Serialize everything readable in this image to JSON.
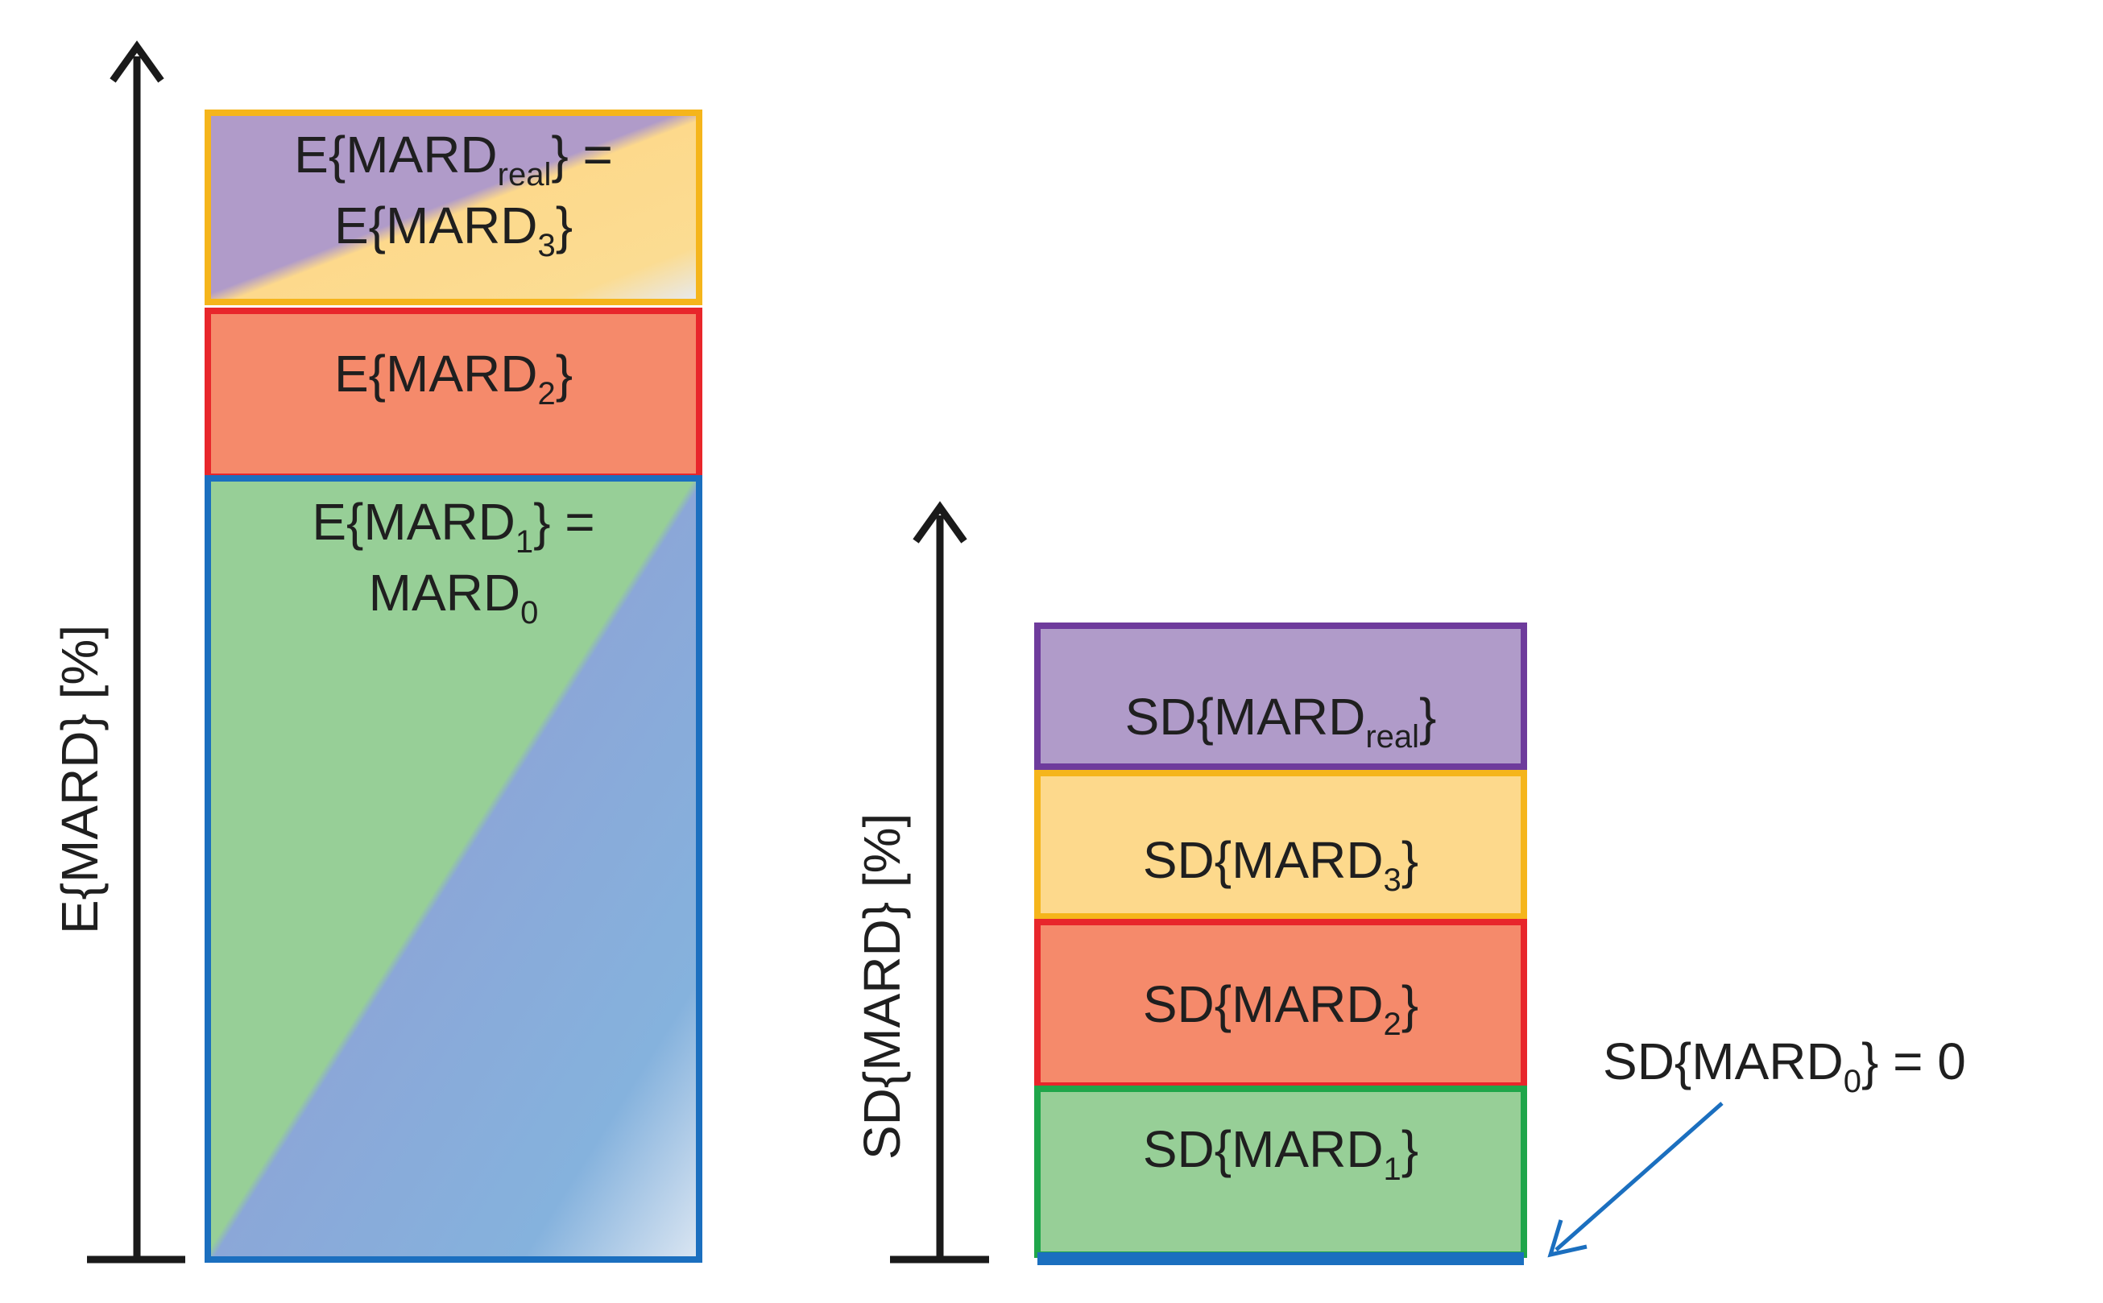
{
  "left_panel": {
    "axis_title": "E{MARD} [%]",
    "blocks": [
      {
        "id": "e-real",
        "line1": {
          "pre": "E{MARD",
          "sub": "real",
          "post": "} ="
        },
        "line2": {
          "pre": "E{MARD",
          "sub": "3",
          "post": "}"
        }
      },
      {
        "id": "e-2",
        "line1": {
          "pre": "E{MARD",
          "sub": "2",
          "post": "}"
        }
      },
      {
        "id": "e-1",
        "line1": {
          "pre": "E{MARD",
          "sub": "1",
          "post": "} ="
        },
        "line2": {
          "pre": "MARD",
          "sub": "0",
          "post": ""
        }
      }
    ]
  },
  "right_panel": {
    "axis_title": "SD{MARD} [%]",
    "blocks": [
      {
        "id": "sd-real",
        "pre": "SD{MARD",
        "sub": "real",
        "post": "}"
      },
      {
        "id": "sd-3",
        "pre": "SD{MARD",
        "sub": "3",
        "post": "}"
      },
      {
        "id": "sd-2",
        "pre": "SD{MARD",
        "sub": "2",
        "post": "}"
      },
      {
        "id": "sd-1",
        "pre": "SD{MARD",
        "sub": "1",
        "post": "}"
      }
    ],
    "annotation": {
      "pre": "SD{MARD",
      "sub": "0",
      "post": "} = 0"
    }
  },
  "colors": {
    "purple_fill": "#b09bc9",
    "purple_border": "#6e3b9c",
    "yellow_fill": "#fdd98c",
    "yellow_border": "#f5b51b",
    "red_fill": "#f58a6b",
    "red_border": "#e8262b",
    "green_fill": "#97cf97",
    "green_border": "#1fa64a",
    "blue_fill": "#87acdb",
    "blue_border": "#1b6fbf",
    "axis": "#1a1a1a"
  }
}
